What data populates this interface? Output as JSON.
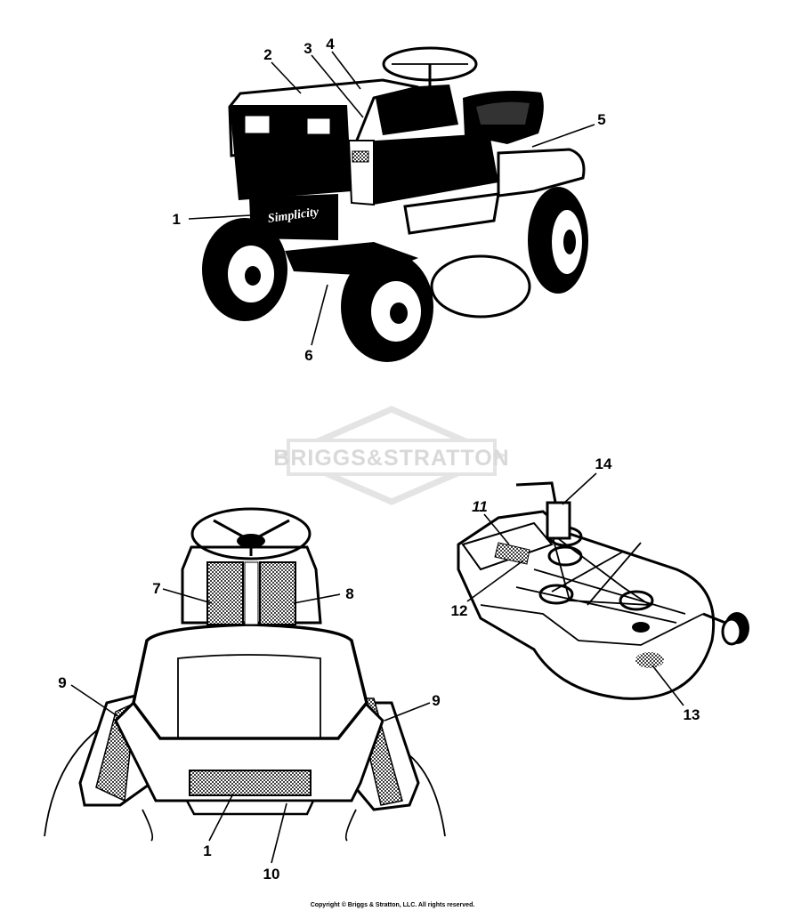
{
  "watermark": {
    "brand_text": "BRIGGS&STRATTON"
  },
  "callouts": {
    "c1a": "1",
    "c2": "2",
    "c3": "3",
    "c4": "4",
    "c5": "5",
    "c6": "6",
    "c7": "7",
    "c8": "8",
    "c9a": "9",
    "c9b": "9",
    "c1b": "1",
    "c10": "10",
    "c11": "11",
    "c12": "12",
    "c13": "13",
    "c14": "14"
  },
  "decal_text": "Simplicity",
  "footer": {
    "copyright": "Copyright © Briggs & Stratton, LLC. All rights reserved."
  },
  "colors": {
    "ink": "#000000",
    "paper": "#ffffff",
    "watermark": "#d9d9d9"
  }
}
